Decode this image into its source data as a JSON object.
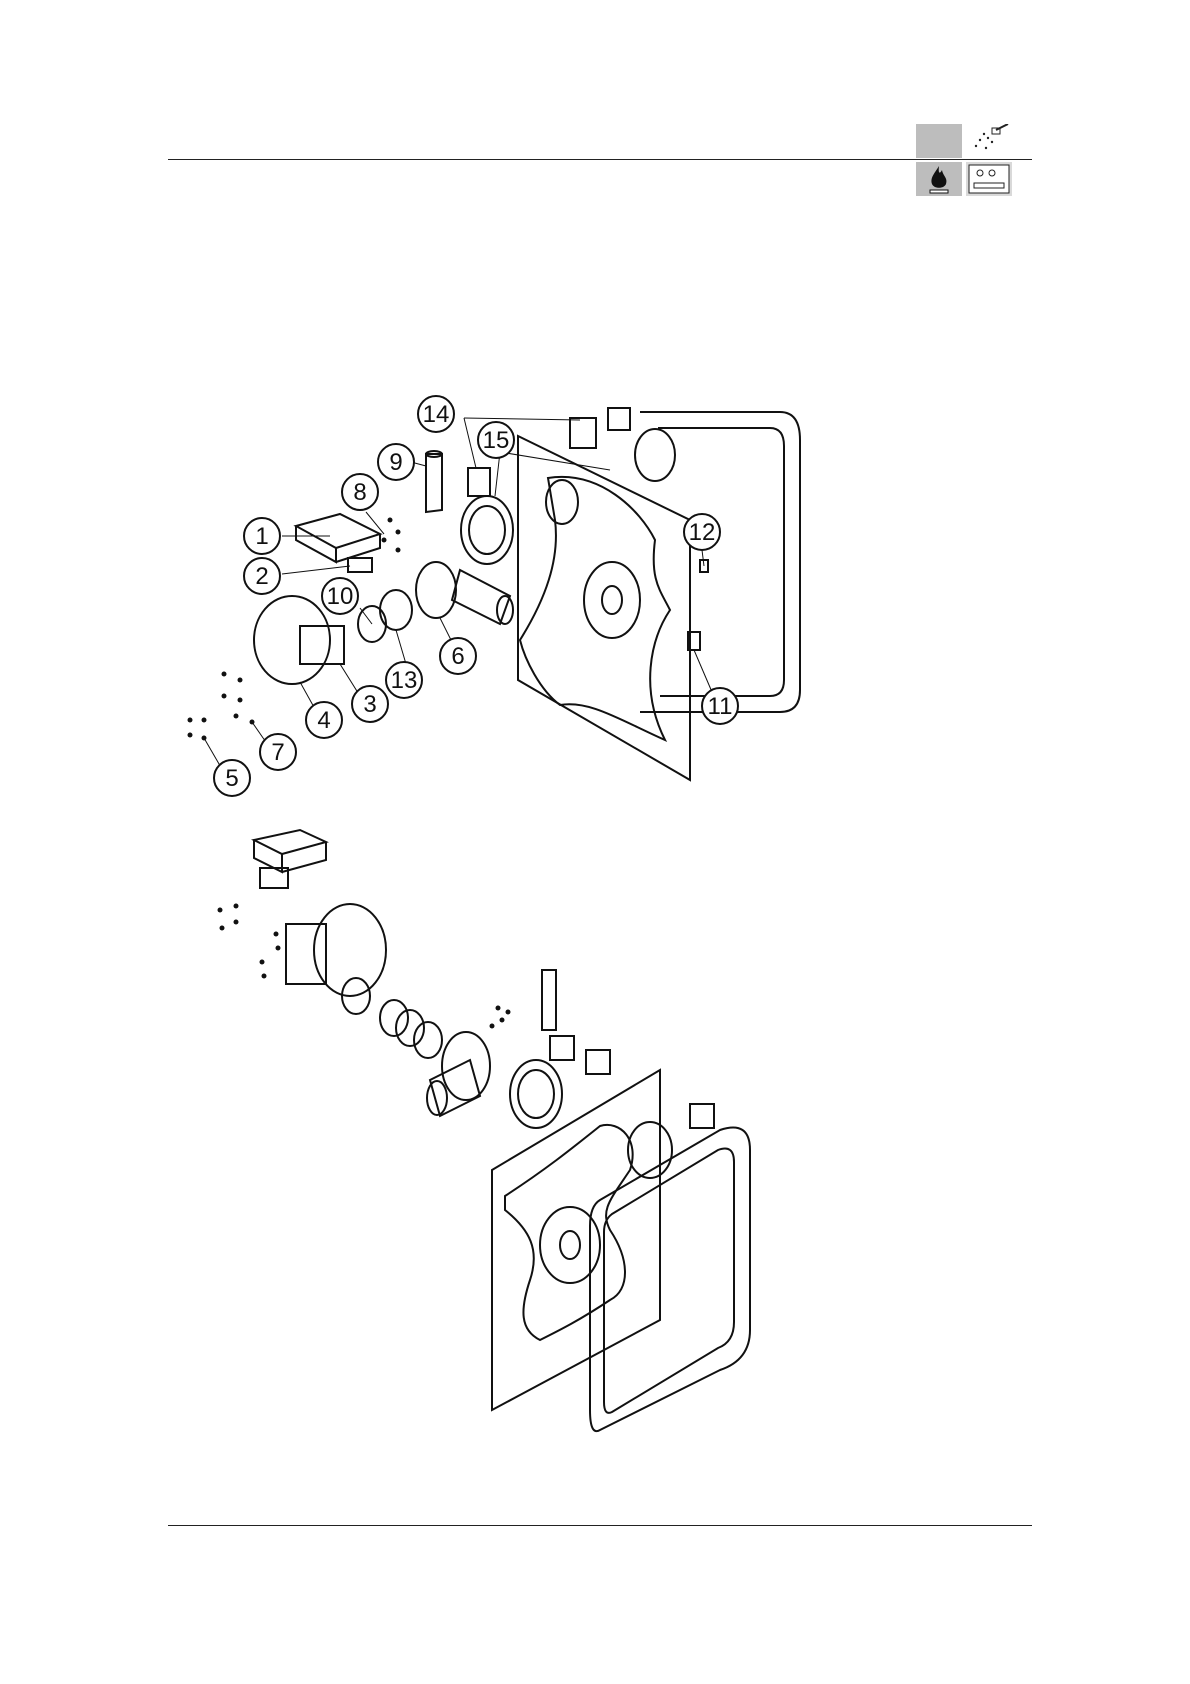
{
  "callouts": [
    {
      "id": "c1",
      "label": "1"
    },
    {
      "id": "c2",
      "label": "2"
    },
    {
      "id": "c3",
      "label": "3"
    },
    {
      "id": "c4",
      "label": "4"
    },
    {
      "id": "c5",
      "label": "5"
    },
    {
      "id": "c6",
      "label": "6"
    },
    {
      "id": "c7",
      "label": "7"
    },
    {
      "id": "c8",
      "label": "8"
    },
    {
      "id": "c9",
      "label": "9"
    },
    {
      "id": "c10",
      "label": "10"
    },
    {
      "id": "c11",
      "label": "11"
    },
    {
      "id": "c12",
      "label": "12"
    },
    {
      "id": "c13",
      "label": "13"
    },
    {
      "id": "c14",
      "label": "14"
    },
    {
      "id": "c15",
      "label": "15"
    }
  ],
  "corner_icons": [
    "flame-icon",
    "spray-icon",
    "panel-icon"
  ],
  "colors": {
    "line": "#111111",
    "icon_bg": "#bdbdbd"
  }
}
